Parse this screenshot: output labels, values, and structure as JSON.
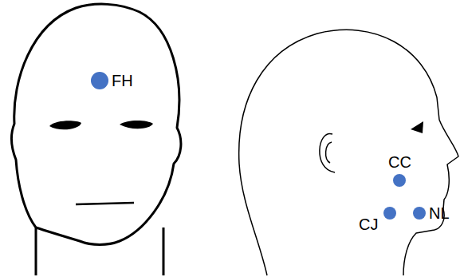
{
  "diagram": {
    "labels": [
      "FH",
      "CC",
      "CJ",
      "NL"
    ]
  }
}
